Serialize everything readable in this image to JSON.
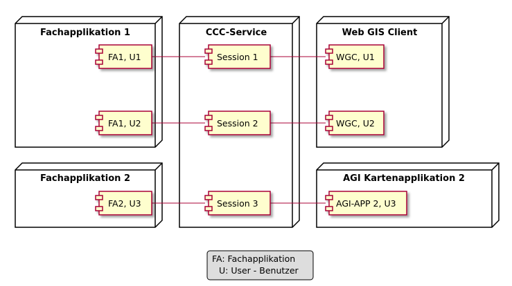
{
  "nodes": {
    "fa1": {
      "title": "Fachapplikation 1"
    },
    "ccc": {
      "title": "CCC-Service"
    },
    "wgc": {
      "title": "Web GIS Client"
    },
    "fa2": {
      "title": "Fachapplikation 2"
    },
    "agi": {
      "title": "AGI Kartenapplikation 2"
    }
  },
  "components": {
    "fa1u1": "FA1, U1",
    "fa1u2": "FA1, U2",
    "fa2u3": "FA2, U3",
    "s1": "Session 1",
    "s2": "Session 2",
    "s3": "Session 3",
    "wgcu1": "WGC, U1",
    "wgcu2": "WGC, U2",
    "agiu3": "AGI-APP 2, U3"
  },
  "legend": {
    "line1": "FA: Fachapplikation",
    "line2": "U: User - Benutzer"
  },
  "colors": {
    "component_fill": "#FEFECE",
    "component_border": "#A80036",
    "connector": "#A80036",
    "legend_fill": "#DDDDDD"
  }
}
